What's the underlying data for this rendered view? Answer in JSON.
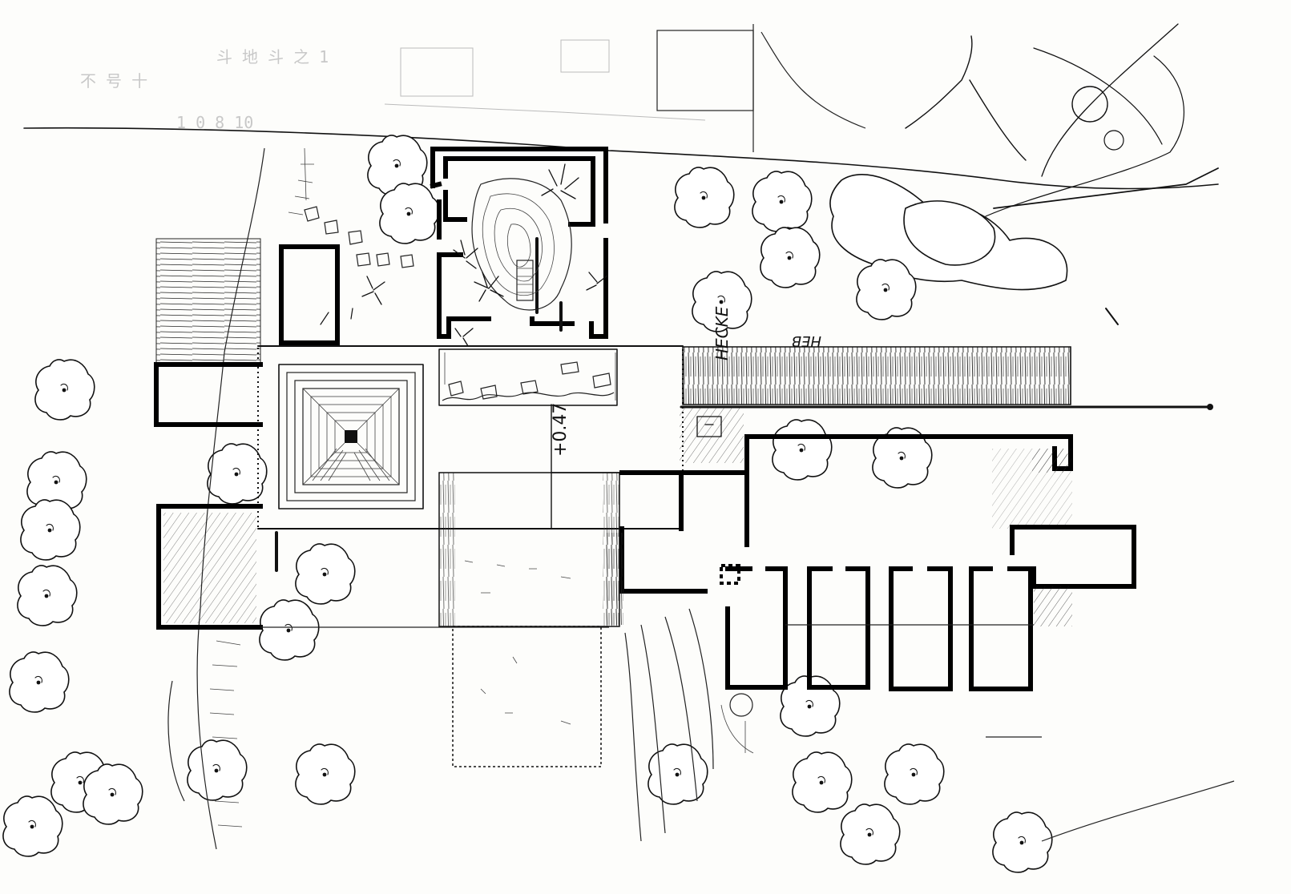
{
  "annotations": {
    "level_mark": "+0.47",
    "hedge_note": "HECKE",
    "tree_note": "HEB",
    "faint_sketch_1": "不 号 十",
    "faint_sketch_2": "斗 地 斗 之 1 ",
    "faint_sketch_3": "1 0 8 10"
  },
  "colors": {
    "ink": "#111111",
    "paper": "#fdfdfb",
    "faint": "#c8c8c8"
  }
}
